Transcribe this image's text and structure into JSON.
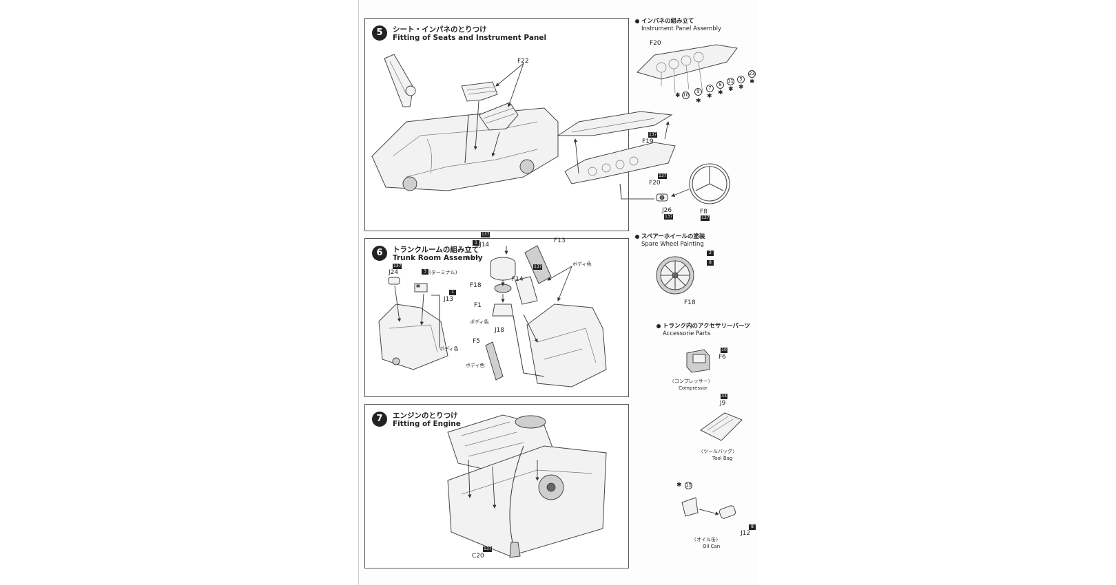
{
  "steps": [
    {
      "number": "5",
      "title_jp": "シート・インパネのとりつけ",
      "title_en": "Fitting of Seats and Instrument Panel"
    },
    {
      "number": "6",
      "title_jp": "トランクルームの組み立て",
      "title_en": "Trunk Room Assembly"
    },
    {
      "number": "7",
      "title_jp": "エンジンのとりつけ",
      "title_en": "Fitting of Engine"
    }
  ],
  "step5_labels": {
    "seat": "F22",
    "panel_top": "F19",
    "panel_bottom": "F20",
    "steering_hub": "J26",
    "steering_wheel": "F8",
    "paint_code": "137"
  },
  "step6_labels": {
    "j24": "J24",
    "j24_code": "137",
    "terminal_code": "3",
    "terminal_note": "(ターミナル)",
    "j13": "J13",
    "j13_code": "1",
    "body_color": "ボディ色",
    "j14": "J14",
    "j14_code": "1",
    "tire": "タイヤ",
    "f13": "F13",
    "f13_code": "137",
    "f18": "F18",
    "f14": "F14",
    "f1": "F1",
    "j18": "J18",
    "f5": "F5"
  },
  "step7_labels": {
    "c20": "C20",
    "c20_code": "137"
  },
  "sidebar": {
    "instrument_panel": {
      "title_jp": "インパネの組み立て",
      "title_en": "Instrument Panel Assembly",
      "part": "F20",
      "callouts": [
        "10",
        "9",
        "7",
        "8",
        "11",
        "5",
        "23"
      ]
    },
    "spare_wheel": {
      "title_jp": "スペアーホイールの塗装",
      "title_en": "Spare Wheel Painting",
      "paint_a": "2",
      "paint_b": "8",
      "part": "F18"
    },
    "accessories": {
      "title_jp": "トランク内のアクセサリーパーツ",
      "title_en": "Accessorie Parts",
      "items": [
        {
          "part": "F6",
          "code": "10",
          "name_jp": "〈コンプレッサー〉",
          "name_en": "Compressor"
        },
        {
          "part": "J9",
          "code": "33",
          "name_jp": "〈ツールバッグ〉",
          "name_en": "Tool Bag"
        },
        {
          "part": "J12",
          "code": "8",
          "name_jp": "〈オイル缶〉",
          "name_en": "Oil Can",
          "decal": "15"
        }
      ]
    }
  }
}
